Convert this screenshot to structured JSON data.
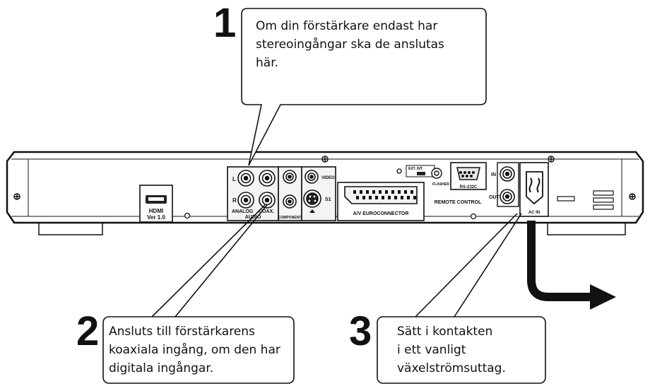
{
  "colors": {
    "ink": "#111111",
    "panel": "#f2f2f2",
    "paper": "#ffffff"
  },
  "callouts": [
    {
      "number": "1",
      "lines": [
        "Om din förstärkare endast har",
        "stereoingångar ska de anslutas",
        "här."
      ]
    },
    {
      "number": "2",
      "lines": [
        "Ansluts till förstärkarens",
        "koaxiala ingång, om den har",
        "digitala ingångar."
      ]
    },
    {
      "number": "3",
      "lines": [
        "Sätt i kontakten",
        "i ett vanligt",
        "växelströmsuttag."
      ]
    }
  ],
  "panel_labels": {
    "hdmi": "HDMI",
    "hdmi_version": "Ver 1.0",
    "left": "L",
    "right": "R",
    "analog": "ANALOG",
    "coax": "COAX.",
    "audio": "AUDIO",
    "component": "COMPONENT",
    "video": "VIDEO",
    "s_video": "S1",
    "euroconnector": "A/V EUROCONNECTOR",
    "ext_int": "EXT.  INT.",
    "flasher_in": "FLASHER IN",
    "rs232c": "RS-232C",
    "remote_in": "IN",
    "remote_out": "OUT",
    "remote_control": "REMOTE CONTROL",
    "ac_in": "AC IN"
  }
}
